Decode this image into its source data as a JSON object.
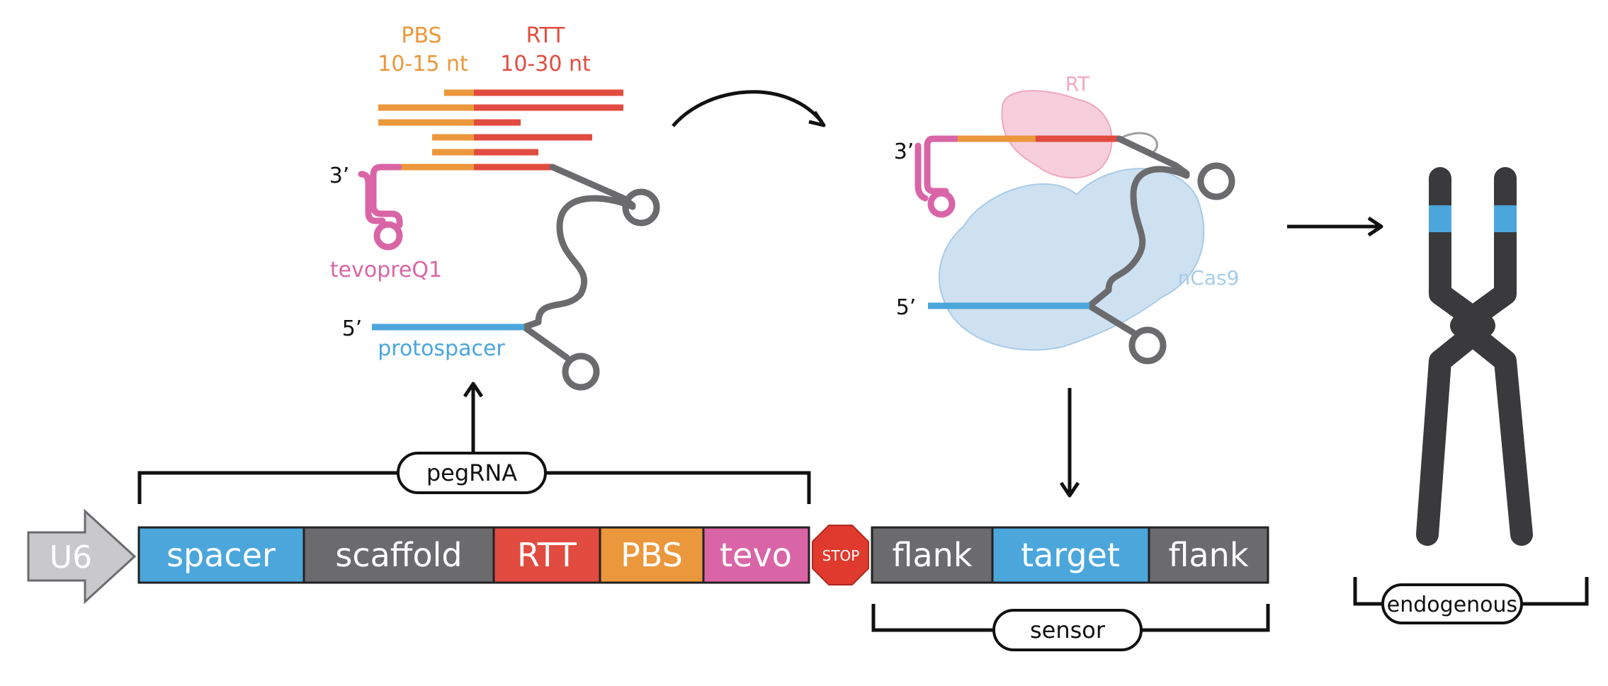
{
  "pegrna_diagram": {
    "pbs_label": "PBS",
    "pbs_range": "10-15 nt",
    "rtt_label": "RTT",
    "rtt_range": "10-30 nt",
    "three_prime": "3’",
    "five_prime": "5’",
    "tevopreq1_label": "tevopreQ1",
    "protospacer_label": "protospacer"
  },
  "complex_diagram": {
    "rt_label": "RT",
    "ncas9_label": "nCas9",
    "three_prime": "3’",
    "five_prime": "5’"
  },
  "construct": {
    "promoter": "U6",
    "pegrna_bracket": "pegRNA",
    "sensor_bracket": "sensor",
    "stop_label": "STOP",
    "segments": {
      "spacer": "spacer",
      "scaffold": "scaffold",
      "rtt": "RTT",
      "pbs": "PBS",
      "tevo": "tevo",
      "flank_left": "flank",
      "target": "target",
      "flank_right": "flank"
    }
  },
  "chromosome": {
    "endogenous_label": "endogenous"
  },
  "colors": {
    "orange": "#EB973B",
    "red": "#E24B3F",
    "magenta": "#D965A6",
    "blue": "#4BA6DC",
    "gray": "#6B6B6E",
    "chromosome": "#3A3A3C",
    "rt_fill": "#F6C9D7",
    "ncas9_fill": "#C6DCEE",
    "stop_red": "#E03A2E"
  },
  "icons": {
    "promoter": "u6-arrow-icon",
    "stop": "stop-sign-icon",
    "chromosome": "chromosome-icon"
  }
}
